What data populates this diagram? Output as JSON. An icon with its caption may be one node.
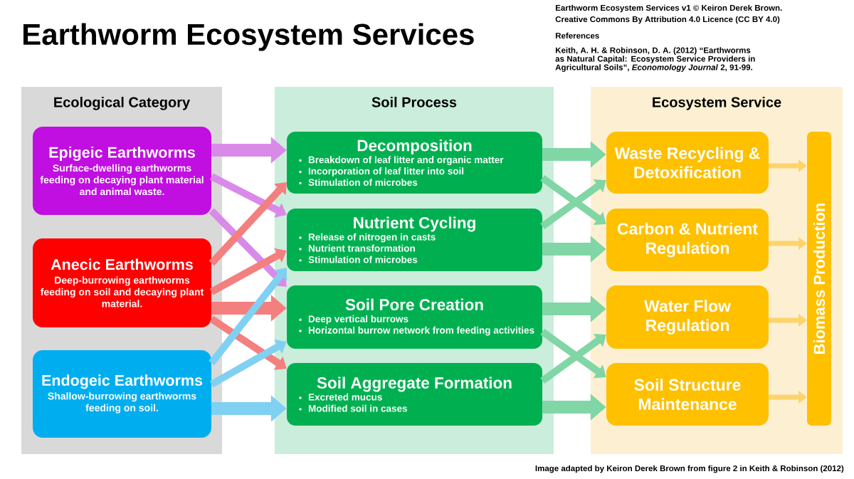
{
  "diagram": {
    "title": "Earthworm Ecosystem Services",
    "nodes": [
      {
        "text": [
          "Ecological Category"
        ]
      },
      {
        "text": [
          "Epigeic Earthworms",
          "Surface-dwelling earthworms feeding on decaying plant material and animal waste."
        ],
        "in": 0
      },
      {
        "text": [
          "Anecic Earthworms",
          "Deep-burrowing earthworms feeding on soil and decaying plant material."
        ],
        "in": 0
      },
      {
        "text": [
          "Endogeic Earthworms",
          "Shallow-burrowing earthworms feeding on soil."
        ],
        "in": 0
      },
      {
        "text": [
          "Soil Process"
        ]
      },
      {
        "text": [
          "Decomposition",
          "Breakdown of leaf litter and organic matter",
          "Incorporation of leaf litter into soil",
          "Stimulation of microbes"
        ],
        "in": 4
      },
      {
        "text": [
          "Nutrient Cycling",
          "Release of nitrogen in casts",
          "Nutrient transformation",
          "Stimulation of microbes"
        ],
        "in": 4
      },
      {
        "text": [
          "Soil Pore Creation",
          "Deep vertical burrows",
          "Horizontal burrow network from feeding activities"
        ],
        "in": 4
      },
      {
        "text": [
          "Soil Aggregate Formation",
          "Excreted mucus",
          "Modified soil in cases"
        ],
        "in": 4
      },
      {
        "text": [
          "Ecosystem Service"
        ]
      },
      {
        "text": [
          "Waste Recycling & Detoxification"
        ],
        "in": 9
      },
      {
        "text": [
          "Carbon & Nutrient Regulation"
        ],
        "in": 9
      },
      {
        "text": [
          "Water Flow Regulation"
        ],
        "in": 9
      },
      {
        "text": [
          "Soil Structure Maintenance"
        ],
        "in": 9
      },
      {
        "text": [
          "Biomass Production"
        ],
        "in": 9
      }
    ],
    "edges": [
      {
        "from": 1,
        "to": 5,
        "arrow": "to",
        "style": "thick",
        "color": "#d98ae9"
      },
      {
        "from": 1,
        "to": 6,
        "arrow": "to",
        "color": "#d98ae9"
      },
      {
        "from": 1,
        "to": 7,
        "arrow": "to",
        "color": "#d98ae9"
      },
      {
        "from": 2,
        "to": 5,
        "arrow": "to",
        "color": "#f47f7f"
      },
      {
        "from": 2,
        "to": 6,
        "arrow": "to",
        "color": "#f47f7f"
      },
      {
        "from": 2,
        "to": 7,
        "arrow": "to",
        "style": "thick",
        "color": "#f47f7f"
      },
      {
        "from": 2,
        "to": 8,
        "arrow": "to",
        "color": "#f47f7f"
      },
      {
        "from": 3,
        "to": 6,
        "arrow": "to",
        "color": "#80d0f2"
      },
      {
        "from": 3,
        "to": 7,
        "arrow": "to",
        "color": "#80d0f2"
      },
      {
        "from": 3,
        "to": 8,
        "arrow": "to",
        "style": "thick",
        "color": "#80d0f2"
      },
      {
        "from": 5,
        "to": 10,
        "arrow": "to",
        "style": "thick",
        "color": "#80d6a4"
      },
      {
        "from": 5,
        "to": 11,
        "arrow": "to",
        "color": "#80d6a4"
      },
      {
        "from": 6,
        "to": 10,
        "arrow": "to",
        "color": "#80d6a4"
      },
      {
        "from": 6,
        "to": 11,
        "arrow": "to",
        "style": "thick",
        "color": "#80d6a4"
      },
      {
        "from": 7,
        "to": 12,
        "arrow": "to",
        "style": "thick",
        "color": "#80d6a4"
      },
      {
        "from": 7,
        "to": 13,
        "arrow": "to",
        "color": "#80d6a4"
      },
      {
        "from": 8,
        "to": 12,
        "arrow": "to",
        "color": "#80d6a4"
      },
      {
        "from": 8,
        "to": 13,
        "arrow": "to",
        "style": "thick",
        "color": "#80d6a4"
      },
      {
        "from": 10,
        "to": 14,
        "arrow": "to",
        "color": "#fdd46c"
      },
      {
        "from": 11,
        "to": 14,
        "arrow": "to",
        "color": "#fdd46c"
      },
      {
        "from": 12,
        "to": 14,
        "arrow": "to",
        "color": "#fdd46c"
      },
      {
        "from": 13,
        "to": 14,
        "arrow": "to",
        "color": "#fdd46c"
      }
    ],
    "labels": [
      "Earthworm Ecosystem Services v1 © Keiron Derek Brown.",
      "Creative Commons By Attribution 4.0 Licence (CC BY 4.0)",
      "References",
      "Keith, A. H. & Robinson, D. A. (2012) “Earthworms as Natural Capital:  Ecosystem Service Providers in Agricultural Soils”, *Economology Journal* 2, 91-99.",
      "Image adapted by Keiron Derek Brown from figure 2 in Keith & Robinson (2012)"
    ]
  }
}
